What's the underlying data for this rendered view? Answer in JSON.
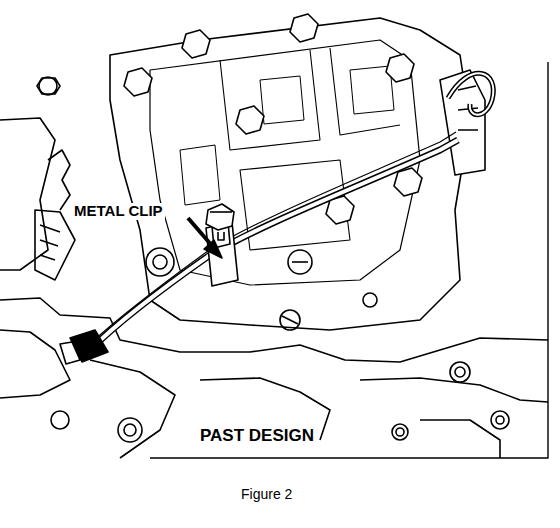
{
  "diagram": {
    "caption": "Figure 2",
    "labels": [
      "METAL CLIP",
      "PAST DESIGN"
    ]
  }
}
